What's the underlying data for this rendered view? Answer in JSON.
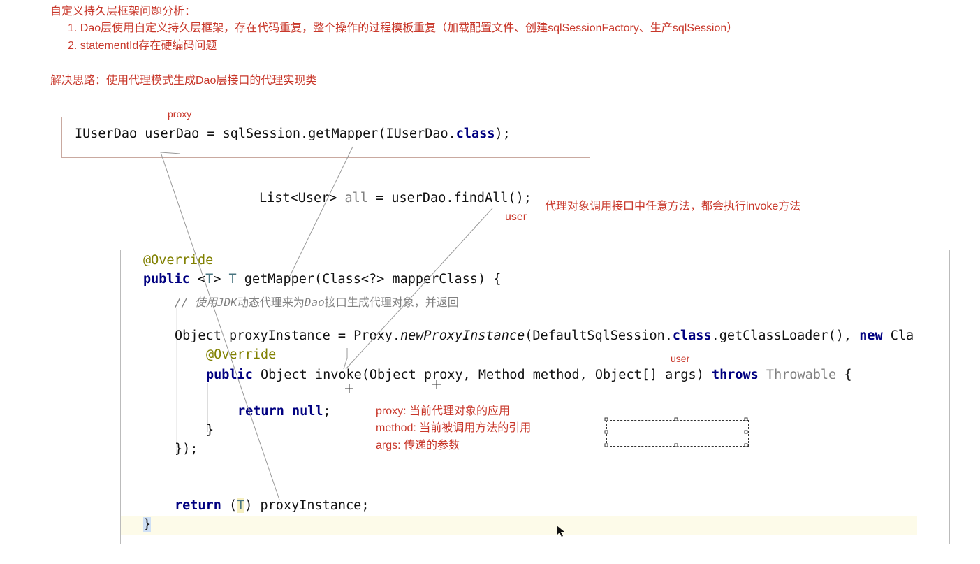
{
  "notes": {
    "heading": "自定义持久层框架问题分析：",
    "item1": "1.  Dao层使用自定义持久层框架，存在代码重复，整个操作的过程模板重复（加载配置文件、创建sqlSessionFactory、生产sqlSession）",
    "item2": "2. statementId存在硬编码问题",
    "solution": "解决思路：使用代理模式生成Dao层接口的代理实现类"
  },
  "annotations": {
    "proxy_label": "proxy",
    "user_label1": "user",
    "user_label2": "user",
    "invoke_note": "代理对象调用接口中任意方法，都会执行invoke方法",
    "param_proxy": "proxy: 当前代理对象的应用",
    "param_method": "method: 当前被调用方法的引用",
    "param_args": "args: 传递的参数"
  },
  "code": {
    "top_line": "IUserDao userDao = sqlSession.getMapper(IUserDao.",
    "top_class": "class",
    "top_end": ");",
    "list_a": "List<User> ",
    "list_all": "all",
    "list_b": " = userDao.findAll();",
    "override1": "@Override",
    "public": "public",
    "gm_lt": " <",
    "gm_T": "T",
    "gm_gt": "> ",
    "gm_T2": "T",
    "gm_rest": " getMapper(Class<?> mapperClass) {",
    "comment_a": "// 使用",
    "comment_jdk": "JDK",
    "comment_b": "动态代理来为",
    "comment_dao": "Dao",
    "comment_c": "接口生成代理对象，并返回",
    "obj_a": "Object proxyInstance = Proxy.",
    "obj_method": "newProxyInstance",
    "obj_b": "(DefaultSqlSession.",
    "obj_class": "class",
    "obj_c": ".getClassLoader(), ",
    "obj_new": "new",
    "obj_d": " Cla",
    "override2": "@Override",
    "inv_public": "public",
    "inv_a": " Object invoke(Object proxy, Method method, Object[] args) ",
    "inv_throws": "throws",
    "inv_thr": " Throwable",
    "inv_b": " {",
    "ret_null_kw": "return",
    "ret_null": " null",
    "ret_null_end": ";",
    "close1": "}",
    "close2": "});",
    "ret_kw": "return",
    "ret_a": " (",
    "ret_T": "T",
    "ret_b": ") proxyInstance;",
    "close3": "}"
  }
}
